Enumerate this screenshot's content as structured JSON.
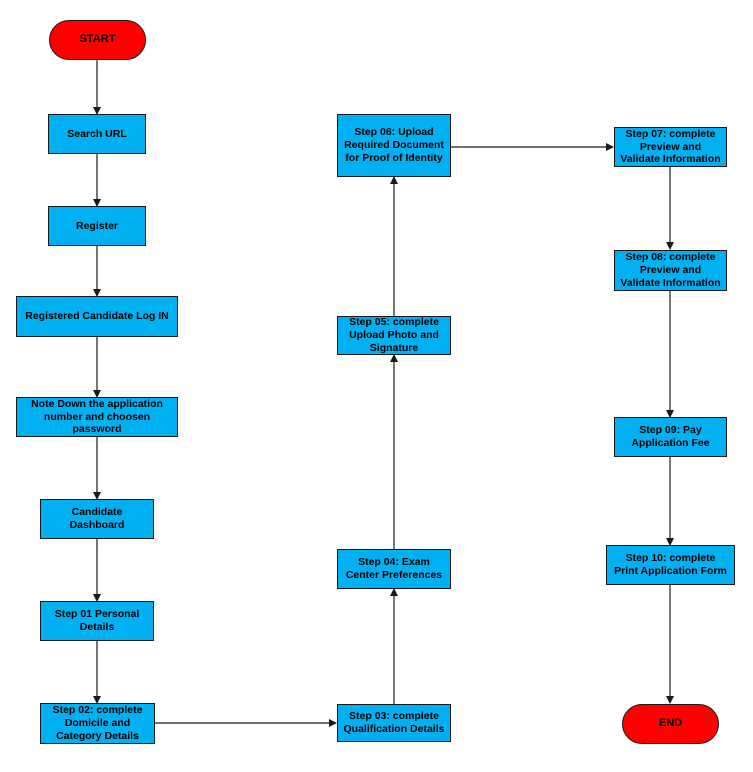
{
  "colors": {
    "process_fill": "#00b0f0",
    "terminal_fill": "#ff0000",
    "stroke": "#1a1a1a"
  },
  "nodes": {
    "start": "START",
    "search_url": "Search  URL",
    "register": "Register",
    "login": "Registered Candidate Log IN",
    "note_down": "Note Down the application\nnumber and choosen\npassword",
    "dashboard": "Candidate\nDashboard",
    "step01": "Step 01 Personal\nDetails",
    "step02": "Step 02: complete\nDomicile and\nCategory Details",
    "step03": "Step 03: complete\nQualification Details",
    "step04": "Step 04: Exam\nCenter Preferences",
    "step05": "Step 05:  complete\nUpload Photo and\nSignature",
    "step06": "Step 06: Upload\nRequired Document\nfor Proof of Identity",
    "step07": "Step 07:  complete\nPreview and\nValidate Information",
    "step08": "Step 08:  complete\nPreview and\nValidate Information",
    "step09": "Step 09:  Pay\nApplication Fee",
    "step10": "Step 10:  complete\nPrint Application Form",
    "end": "END"
  }
}
